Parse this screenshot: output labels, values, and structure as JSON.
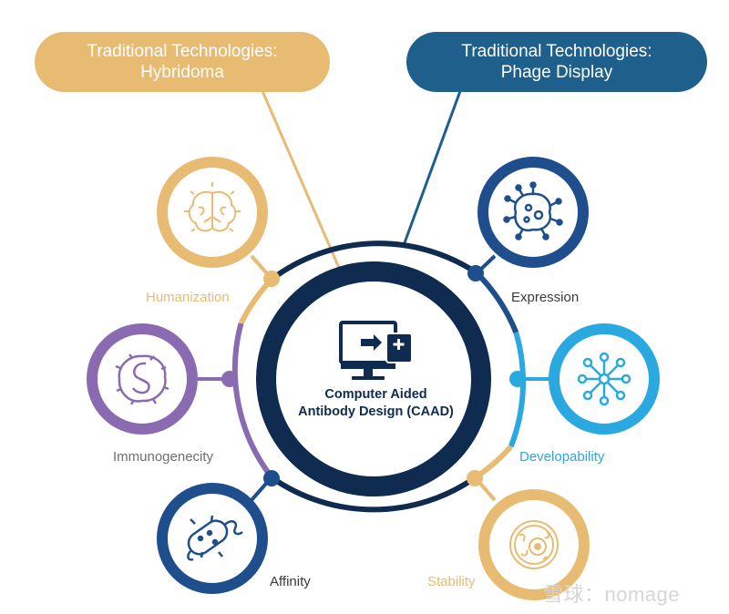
{
  "top_left_pill": {
    "line1": "Traditional Technologies:",
    "line2": "Hybridoma"
  },
  "top_right_pill": {
    "line1": "Traditional Technologies:",
    "line2": "Phage Display"
  },
  "center": {
    "line1": "Computer Aided",
    "line2": "Antibody Design (CAAD)",
    "icon": "computer-transfer-icon"
  },
  "nodes": [
    {
      "label": "Humanization",
      "icon": "brain-icon",
      "color": "#e8bb72"
    },
    {
      "label": "Immunogenecity",
      "icon": "immune-cell-icon",
      "color": "#8a6ab0"
    },
    {
      "label": "Affinity",
      "icon": "bacteria-icon",
      "color": "#1e4e8c"
    },
    {
      "label": "Expression",
      "icon": "virus-icon",
      "color": "#1e4e8c"
    },
    {
      "label": "Developability",
      "icon": "molecule-network-icon",
      "color": "#29a9e0"
    },
    {
      "label": "Stability",
      "icon": "cell-icon",
      "color": "#e8bb72"
    }
  ],
  "colors": {
    "navy": "#0f2b4f",
    "blue": "#1e4e8c",
    "cyan": "#29a9e0",
    "gold": "#e8bb72",
    "purple": "#8a6ab0",
    "pill_blue": "#1e5f8c"
  },
  "watermark": "雪球：nomage"
}
